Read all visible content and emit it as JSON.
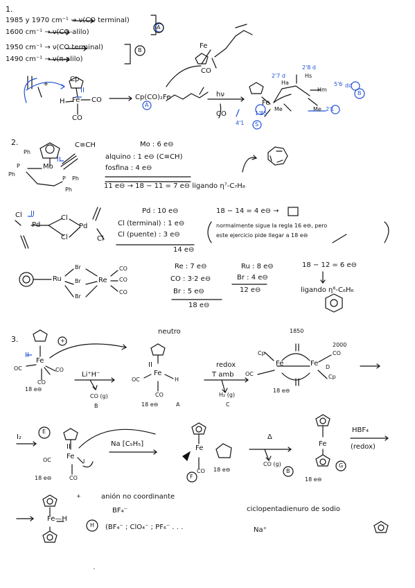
{
  "colors": {
    "ink": "#111111",
    "accent": "#1f4fd6",
    "paper": "#ffffff"
  },
  "section1": {
    "num": "1.",
    "ir_lines": [
      "1985 y 1970 cm⁻¹ → ν(CO terminal)",
      "1600 cm⁻¹ → ν(CO-alilo)",
      "1950 cm⁻¹ → ν(CO terminal)",
      "1490 cm⁻¹ → ν(π-alilo)"
    ],
    "tag_A": "A",
    "tag_B": "B",
    "reagent_plus": "+",
    "fe_label": "Fe",
    "cp_label": "Cp",
    "ox_label": "II",
    "co_label": "CO",
    "h_label": "H",
    "arrow_product": "Cp(CO)₂Fe",
    "hv": "hν",
    "loss_co": "CO",
    "ppm_27": "2'7 d",
    "ppm_28": "2'8 d",
    "ppm_56": "5'6",
    "ppm_41": "4'1",
    "ppm_185": "1'85",
    "ppm_21": "2'1",
    "h_a": "Ha",
    "h_s": "Hs",
    "h_m": "Hm",
    "me1": "Me",
    "me2": "Me",
    "dd": "dd",
    "s_tag": "S"
  },
  "section2": {
    "num": "2.",
    "mo_line": "Mo : 6 e⊖",
    "alkyne_line": "alquino : 1 e⊖ (C≡CH)",
    "phosphine_line": "fosfina : 4 e⊖",
    "total_line": "11 e⊖ → 18 − 11 = 7 e⊖ ligando η⁷-C₇H₈",
    "ph1": "Ph",
    "ph2": "Ph",
    "ph3": "Ph",
    "ph4": "Ph",
    "p1": "P",
    "p2": "P",
    "mo": "Mo",
    "ox": "II",
    "alkyne": "C≡CH",
    "pd_line": "Pd : 10 e⊖",
    "cl_term": "Cl (terminal) : 1 e⊖",
    "cl_bridge": "Cl (puente) : 3 e⊖",
    "pd_total": "14 e⊖",
    "pd_calc": "18 − 14 = 4 e⊖ →",
    "pd_note1": "normalmente sigue la regla 16 e⊖, pero",
    "pd_note2": "este ejercicio pide llegar a 18 e⊖",
    "pd_atom1": "Pd",
    "pd_atom2": "Pd",
    "pd_ox": "II",
    "cl1": "Cl",
    "cl2": "Cl",
    "cl3": "Cl",
    "cl4": "Cl",
    "ru_label": "Ru",
    "re_label": "Re",
    "br1": "Br",
    "br2": "Br",
    "br3": "Br",
    "co1": "CO",
    "co2": "CO",
    "co3": "CO",
    "re_e": "Re : 7 e⊖",
    "co_e": "CO : 3·2 e⊖",
    "br_e": "Br : 5 e⊖",
    "re_total": "18 e⊖",
    "ru_e": "Ru : 8 e⊖",
    "br_e2": "Br : 4 e⊖",
    "ru_total": "12 e⊖",
    "ru_calc": "18 − 12 = 6 e⊖",
    "ru_lig": "ligando η⁶-C₆H₆"
  },
  "section3": {
    "num": "3.",
    "plus": "+",
    "ox": "II",
    "fe": "Fe",
    "oc": "OC",
    "co": "CO",
    "h": "H",
    "e18a": "18 e⊖",
    "reagent_li": "Li⁺H⁻",
    "co_gas": "CO (g)",
    "tag_B": "B",
    "neutro": "neutro",
    "tag_A": "A",
    "redox_cond1": "redox",
    "redox_cond2": "T amb",
    "h2_gas": "H₂ (g)",
    "tag_C": "C",
    "ir_1850": "1850",
    "ir_2000": "2000",
    "cp_l": "Cp",
    "cp_r": "Cp",
    "tag_D": "D",
    "e18b": "18 e⊖",
    "i2": "I₂",
    "tag_E": "E",
    "iodo": "I",
    "na_reag": "Na [C₅H₅]",
    "tag_F": "F",
    "delta": "Δ",
    "tag_G": "G",
    "hbf4": "HBF₄",
    "hbf4_cond": "(redox)",
    "tag_H": "H",
    "anion1": "anión no coordinante",
    "anion2": "BF₄⁻",
    "anion3": "(BF₄⁻ ; ClO₄⁻ ; PF₆⁻ . . .",
    "cpna1": "ciclopentadienuro de sodio",
    "cpna2": "Na⁺",
    "fe_h": "Fe—H"
  }
}
